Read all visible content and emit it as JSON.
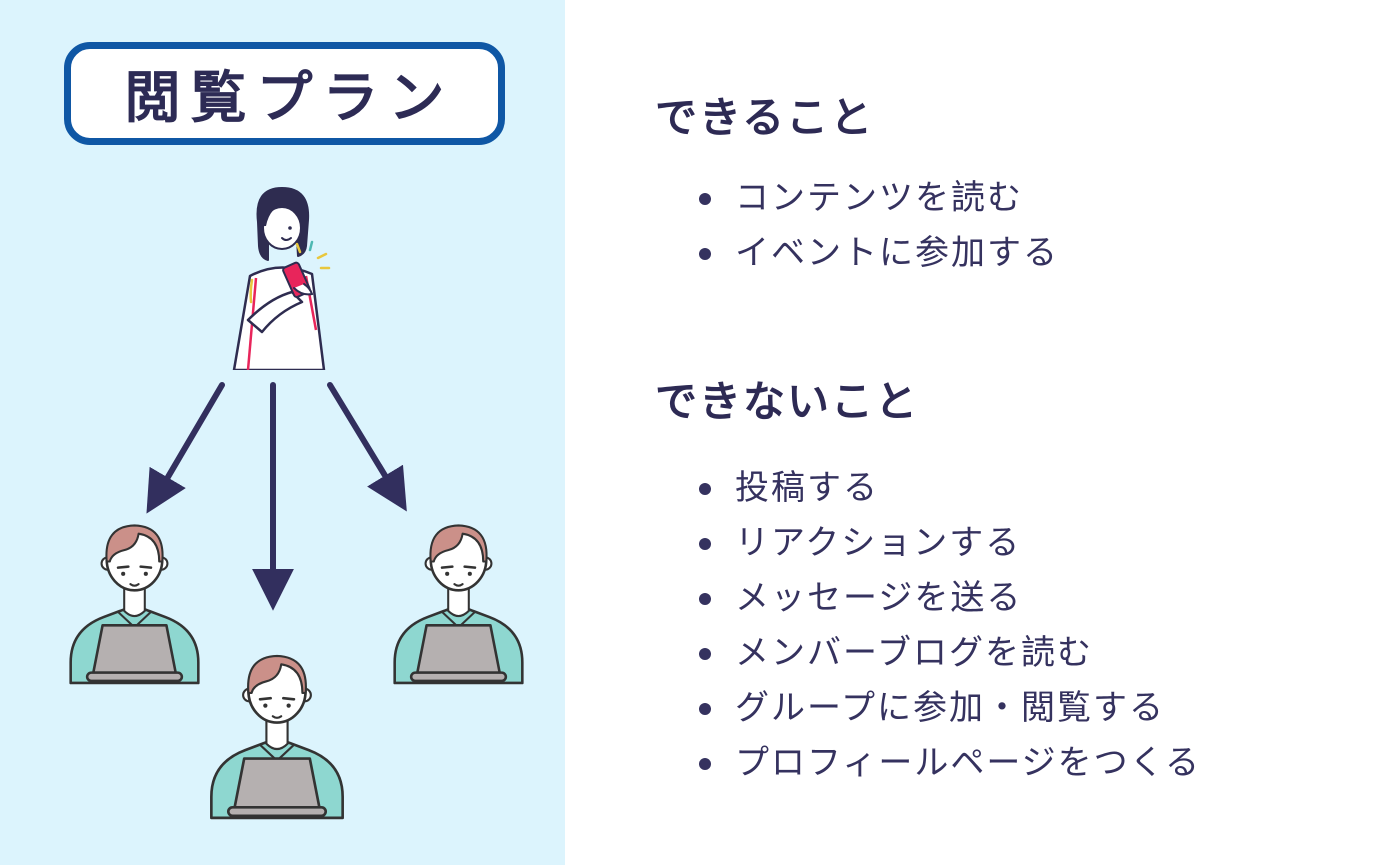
{
  "plan": {
    "title": "閲覧プラン"
  },
  "can_do": {
    "heading": "できること",
    "items": [
      "コンテンツを読む",
      "イベントに参加する"
    ]
  },
  "cannot_do": {
    "heading": "できないこと",
    "items": [
      "投稿する",
      "リアクションする",
      "メッセージを送る",
      "メンバーブログを読む",
      "グループに参加・閲覧する",
      "プロフィールページをつくる"
    ]
  },
  "illustrations": {
    "viewer": "woman-reading-smartphone",
    "members": "person-with-laptop",
    "arrows": "three-arrows-from-viewer-to-members"
  },
  "colors": {
    "panel_bg": "#dcf4fd",
    "title_border": "#0f57a5",
    "heading_navy": "#2d2a54",
    "text_navy": "#35325f",
    "arrow_navy": "#322f5e",
    "shirt_teal": "#8ed7d0",
    "hair_rose": "#cb9089",
    "laptop_gray": "#b5b0b0",
    "phone_pink": "#e8255b",
    "sparkle_yellow": "#e8c73d",
    "sparkle_teal": "#4db8b2"
  }
}
